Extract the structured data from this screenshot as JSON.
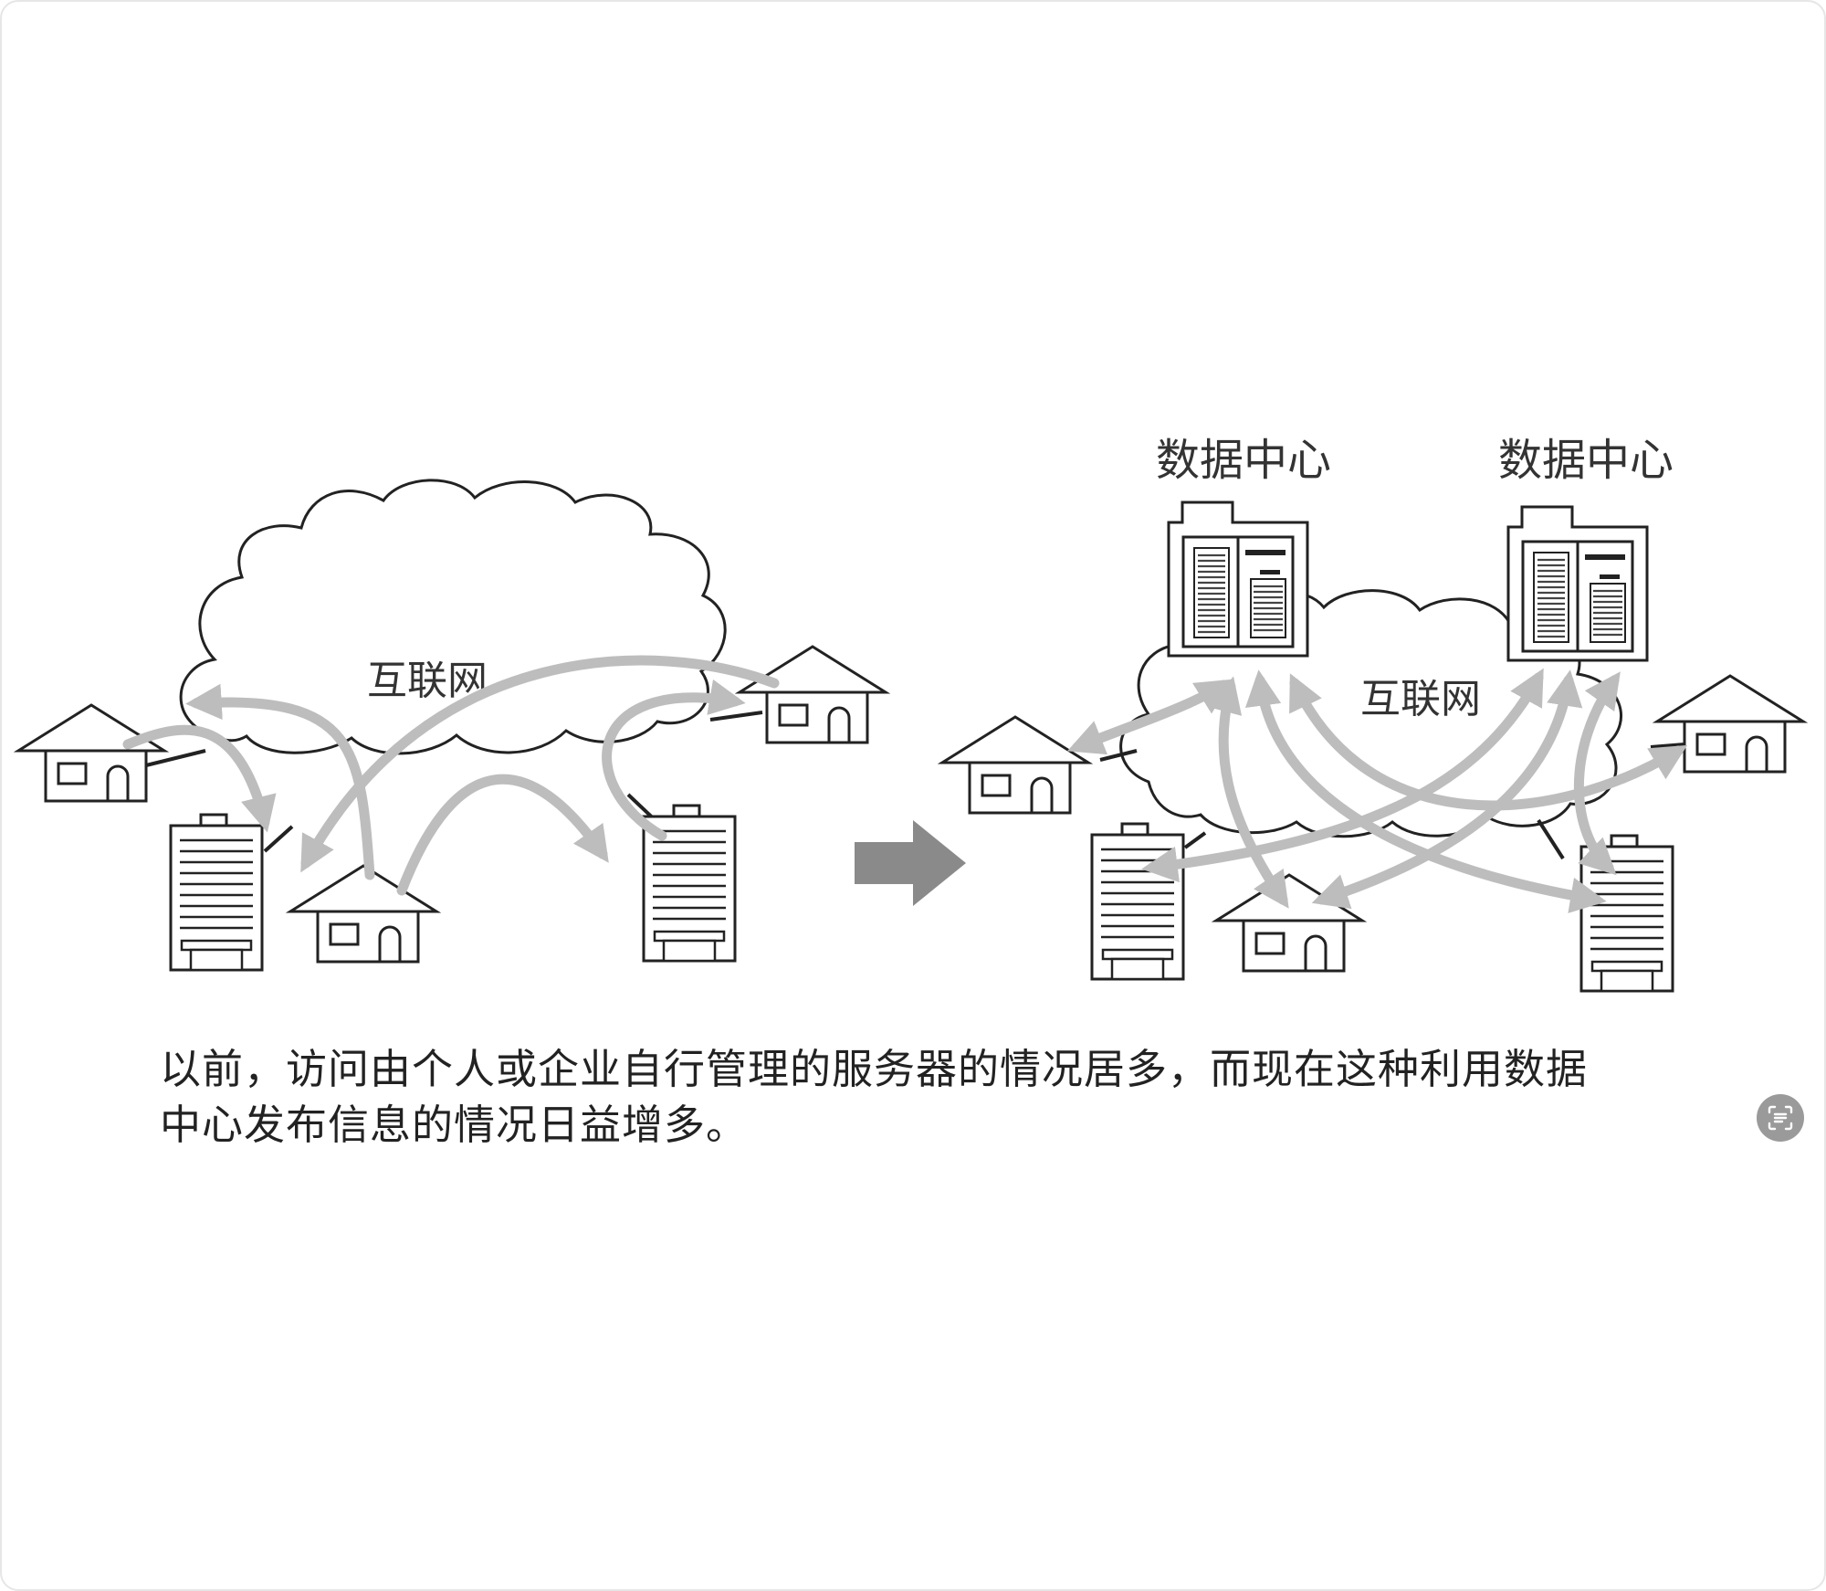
{
  "diagram": {
    "before": {
      "cloud_label": "互联网"
    },
    "after": {
      "cloud_label": "互联网",
      "datacenter_labels": [
        "数据中心",
        "数据中心"
      ]
    }
  },
  "caption": {
    "line1": "以前，访问由个人或企业自行管理的服务器的情况居多，而现在这种利用数据",
    "line2": "中心发布信息的情况日益增多。"
  },
  "scan_button": {
    "icon": "scan-text-icon"
  },
  "colors": {
    "arrow": "#bdbdbd",
    "big_arrow": "#8a8a8a",
    "outline": "#222222",
    "scan_button": "#9a9a9a"
  }
}
